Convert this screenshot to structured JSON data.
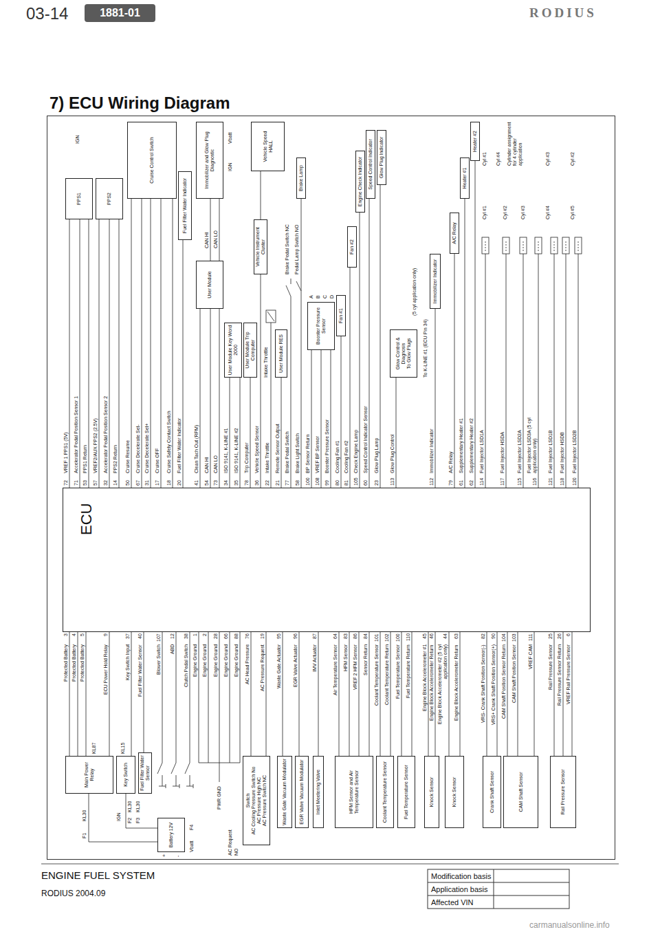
{
  "diagram": {
    "title": "7) ECU Wiring Diagram",
    "nodes": [
      {
        "text": [
          "1881-01"
        ]
      },
      {
        "text": [
          "ECU"
        ]
      },
      {
        "text": [
          "Battery 12V"
        ]
      },
      {
        "text": [
          "Main Power Relay"
        ]
      },
      {
        "text": [
          "Key Switch"
        ]
      },
      {
        "text": [
          "Fuel Filter Water Sensor"
        ]
      },
      {
        "text": [
          "Switch",
          "AC Cooling Pressure Switch No",
          "AC Pressure High NC",
          "AC Pressure Switch NC"
        ]
      },
      {
        "text": [
          "Waste Gate Vacuum Modulator"
        ]
      },
      {
        "text": [
          "EGR Valve Vacuum Modulator"
        ]
      },
      {
        "text": [
          "Inlet Meetering Valve"
        ]
      },
      {
        "text": [
          "HFM Sensor and Air Temperature Sensor"
        ]
      },
      {
        "text": [
          "Coolant Temperature Sensor"
        ]
      },
      {
        "text": [
          "Fuel Temperature Sensor"
        ]
      },
      {
        "text": [
          "Knock Sensor"
        ]
      },
      {
        "text": [
          "Knock Sensor"
        ]
      },
      {
        "text": [
          "Crank Shaft Sensor"
        ]
      },
      {
        "text": [
          "CAM Shaft Sensor"
        ]
      },
      {
        "text": [
          "Rail Pressure Sensor"
        ]
      },
      {
        "text": [
          "PPS1"
        ]
      },
      {
        "text": [
          "PPS2"
        ]
      },
      {
        "text": [
          "Cruise Control Switch"
        ]
      },
      {
        "text": [
          "Fuel Filter Water Indicator"
        ]
      },
      {
        "text": [
          "User Module"
        ]
      },
      {
        "text": [
          "Immobilizer and Glow Plug Diagnostic"
        ]
      },
      {
        "text": [
          "User Module Key Word 2000"
        ]
      },
      {
        "text": [
          "User Module Trip Computer"
        ]
      },
      {
        "text": [
          "Vehicle Instrument Cluster"
        ]
      },
      {
        "text": [
          "Vehicle Speed",
          "HALL"
        ]
      },
      {
        "text": [
          "User Module RES"
        ]
      },
      {
        "text": [
          "Brake Lamp"
        ]
      },
      {
        "text": [
          "Booster Pressure Sensor"
        ]
      },
      {
        "text": [
          "Fan #1"
        ]
      },
      {
        "text": [
          "Fan #2"
        ]
      },
      {
        "text": [
          "Engine Check Indicator"
        ]
      },
      {
        "text": [
          "Speed Control Indicator"
        ]
      },
      {
        "text": [
          "Glow Plug Indicator"
        ]
      },
      {
        "text": [
          "Glow Control & Diagnosis",
          "To Glow Plugs"
        ]
      },
      {
        "text": [
          "Immobilizer Indicator"
        ]
      },
      {
        "text": [
          "A/C Relay"
        ]
      },
      {
        "text": [
          "Heater #1"
        ]
      },
      {
        "text": [
          "Heater #2"
        ]
      }
    ],
    "edges": [
      {
        "from": 2,
        "to": 3,
        "arrow": "none"
      },
      {
        "from": 2,
        "to": 4,
        "arrow": "none"
      },
      {
        "from": 3,
        "to": 1,
        "arrow": "none"
      },
      {
        "from": 4,
        "to": 1,
        "arrow": "none"
      },
      {
        "from": 5,
        "to": 1,
        "arrow": "none"
      },
      {
        "from": 6,
        "to": 1,
        "arrow": "none"
      },
      {
        "from": 7,
        "to": 1,
        "arrow": "none"
      },
      {
        "from": 8,
        "to": 1,
        "arrow": "none"
      },
      {
        "from": 9,
        "to": 1,
        "arrow": "none"
      },
      {
        "from": 10,
        "to": 1,
        "arrow": "none"
      },
      {
        "from": 11,
        "to": 1,
        "arrow": "none"
      },
      {
        "from": 12,
        "to": 1,
        "arrow": "none"
      },
      {
        "from": 13,
        "to": 1,
        "arrow": "none"
      },
      {
        "from": 14,
        "to": 1,
        "arrow": "none"
      },
      {
        "from": 15,
        "to": 1,
        "arrow": "none"
      },
      {
        "from": 16,
        "to": 1,
        "arrow": "none"
      },
      {
        "from": 17,
        "to": 1,
        "arrow": "none"
      },
      {
        "from": 1,
        "to": 18,
        "arrow": "none"
      },
      {
        "from": 1,
        "to": 19,
        "arrow": "none"
      },
      {
        "from": 1,
        "to": 20,
        "arrow": "none"
      },
      {
        "from": 1,
        "to": 21,
        "arrow": "none"
      },
      {
        "from": 1,
        "to": 22,
        "arrow": "none"
      },
      {
        "from": 22,
        "to": 23,
        "arrow": "none"
      },
      {
        "from": 1,
        "to": 24,
        "arrow": "none"
      },
      {
        "from": 1,
        "to": 25,
        "arrow": "none"
      },
      {
        "from": 1,
        "to": 26,
        "arrow": "none"
      },
      {
        "from": 26,
        "to": 27,
        "arrow": "none"
      },
      {
        "from": 1,
        "to": 28,
        "arrow": "none"
      },
      {
        "from": 1,
        "to": 29,
        "arrow": "none"
      },
      {
        "from": 1,
        "to": 30,
        "arrow": "none"
      },
      {
        "from": 1,
        "to": 31,
        "arrow": "none"
      },
      {
        "from": 1,
        "to": 32,
        "arrow": "none"
      },
      {
        "from": 1,
        "to": 33,
        "arrow": "none"
      },
      {
        "from": 1,
        "to": 34,
        "arrow": "none"
      },
      {
        "from": 1,
        "to": 35,
        "arrow": "none"
      },
      {
        "from": 1,
        "to": 36,
        "arrow": "none"
      },
      {
        "from": 1,
        "to": 37,
        "arrow": "none"
      },
      {
        "from": 1,
        "to": 38,
        "arrow": "none"
      },
      {
        "from": 1,
        "to": 39,
        "arrow": "none"
      },
      {
        "from": 1,
        "to": 40,
        "arrow": "none"
      }
    ],
    "labels": [
      "03-14",
      "RODIUS",
      "ENGINE FUEL SYSTEM",
      "RODIUS 2004.09",
      "Modification basis",
      "Application basis",
      "Affected VIN",
      "carmanualsonline.info",
      "Protected Battery",
      "3",
      "Protected Battery",
      "4",
      "Protected Battery",
      "5",
      "ECU Power Hold Relay",
      "9",
      "Key Switch Input",
      "37",
      "Fuel Filter Water Sensor",
      "40",
      "Blower Switch",
      "107",
      "ABD",
      "12",
      "Clutch Pedal Switch",
      "38",
      "Engine Ground",
      "1",
      "Engine Ground",
      "2",
      "Engine Ground",
      "28",
      "Engine Ground",
      "66",
      "Engine Ground",
      "88",
      "AC Head Pressure",
      "76",
      "AC Pressure Request",
      "19",
      "Waste Gate Actuator",
      "95",
      "EGR Valve Actuator",
      "96",
      "IMV Actuator",
      "87",
      "Air Temperature Sensor",
      "64",
      "HFM Sensor",
      "83",
      "VREF 2 HFM Sensor",
      "86",
      "Sensor Return",
      "84",
      "Coolant Temperature Sensor",
      "101",
      "Coolant Temperature Return",
      "102",
      "Fuel Temperature Sensor",
      "100",
      "Fuel Temperature Return",
      "110",
      "Engine Block Accelerometer #1",
      "45",
      "Engine Block Accelerometer Return",
      "46",
      "Engine Block Accelerometer #2 (5 cyl application only)",
      "44",
      "Engine Block Accelerometer Return",
      "63",
      "VRS- Crank Shaft Position Sensor(-)",
      "82",
      "VRS+ Crank Shaft Position Sensor(+)",
      "90",
      "CAM Shaft Position Sensor Return",
      "104",
      "CAM Shaft Position Sensor",
      "103",
      "VREF CAM",
      "111",
      "Rail Pressure Sensor",
      "25",
      "Rail Pressure Sensor Return",
      "26",
      "VREF Rail Pressure Sensor",
      "6",
      "72",
      "VREF 1 PPS1 (5V)",
      "71",
      "Accelerator Pedal Position Sensor 1",
      "53",
      "PPS1 Return",
      "57",
      "VREF2/AUX PPS2 (2.5V)",
      "32",
      "Accelerator Pedal Position Sensor 2",
      "14",
      "PPS2 Return",
      "50",
      "Cruise Resume",
      "67",
      "Cruise Decelerate Set-",
      "31",
      "Cruise Decelerate Set+",
      "17",
      "Cruise OFF",
      "18",
      "Cruise Safety Contact Switch",
      "20",
      "Fuel Filter Water Indicator",
      "41",
      "Clean Tach Out (RPM)",
      "54",
      "CAN HI",
      "73",
      "CAN LO",
      "34",
      "ISO 9141, K-LINE #1",
      "35",
      "ISO 9141, K-LINE #2",
      "78",
      "Trip Computer",
      "36",
      "Vehicle Speed Sensor",
      "22",
      "Intake Throttle",
      "21",
      "Remote Sensor Output",
      "77",
      "Brake Pedal Switch",
      "58",
      "Brake Light Switch",
      "100",
      "BP Sensor Return",
      "108",
      "VREF BP Sensor",
      "99",
      "Booster Pressure Sensor",
      "80",
      "Cooling Fan #1",
      "81",
      "Cooling Fan #2",
      "105",
      "Check Engine Lamp",
      "60",
      "Speed Control Indicator Sensor",
      "23",
      "Glow Plug Lamp",
      "113",
      "Glow Plug Control",
      "112",
      "Immobilizer Indicator",
      "79",
      "A/C Relay",
      "61",
      "Supplementary Heater #1",
      "62",
      "Supplementary Heater #2",
      "114",
      "Fuel Injector LSD1A",
      "117",
      "Fuel Injector HSDA",
      "115",
      "Fuel Injector LSD2A",
      "116",
      "Fuel Injector LSD3A (5 cyl application only)",
      "121",
      "Fuel Injector LSD1B",
      "118",
      "Fuel Injector HSDB",
      "120",
      "Fuel Injector LSD2B",
      "F1",
      "KL30",
      "KL87",
      "IGN",
      "F2",
      "KL30",
      "KL15",
      "F3",
      "KL30",
      "F4",
      "Vbatt",
      "+",
      "-",
      "PWR GND",
      "AC Request",
      "NO",
      "IGN",
      "IGN",
      "Vbatt",
      "CAN HI",
      "CAN LO",
      "Intake Throttle",
      "Brake Pedal Switch NC",
      "Pedal Lamp Switch NO",
      "A",
      "B",
      "C",
      "D",
      "To K-LINE #1 (ECU Pin 34)",
      "(5 cyl application only)",
      "Cyl #1",
      "Cyl #2",
      "Cyl #3",
      "Cyl #4",
      "Cyl #5",
      "Cyl #1",
      "Cyl #4",
      "Cylinder assignment for 4 cylinder application",
      "Cyl #3",
      "Cyl #2"
    ]
  }
}
